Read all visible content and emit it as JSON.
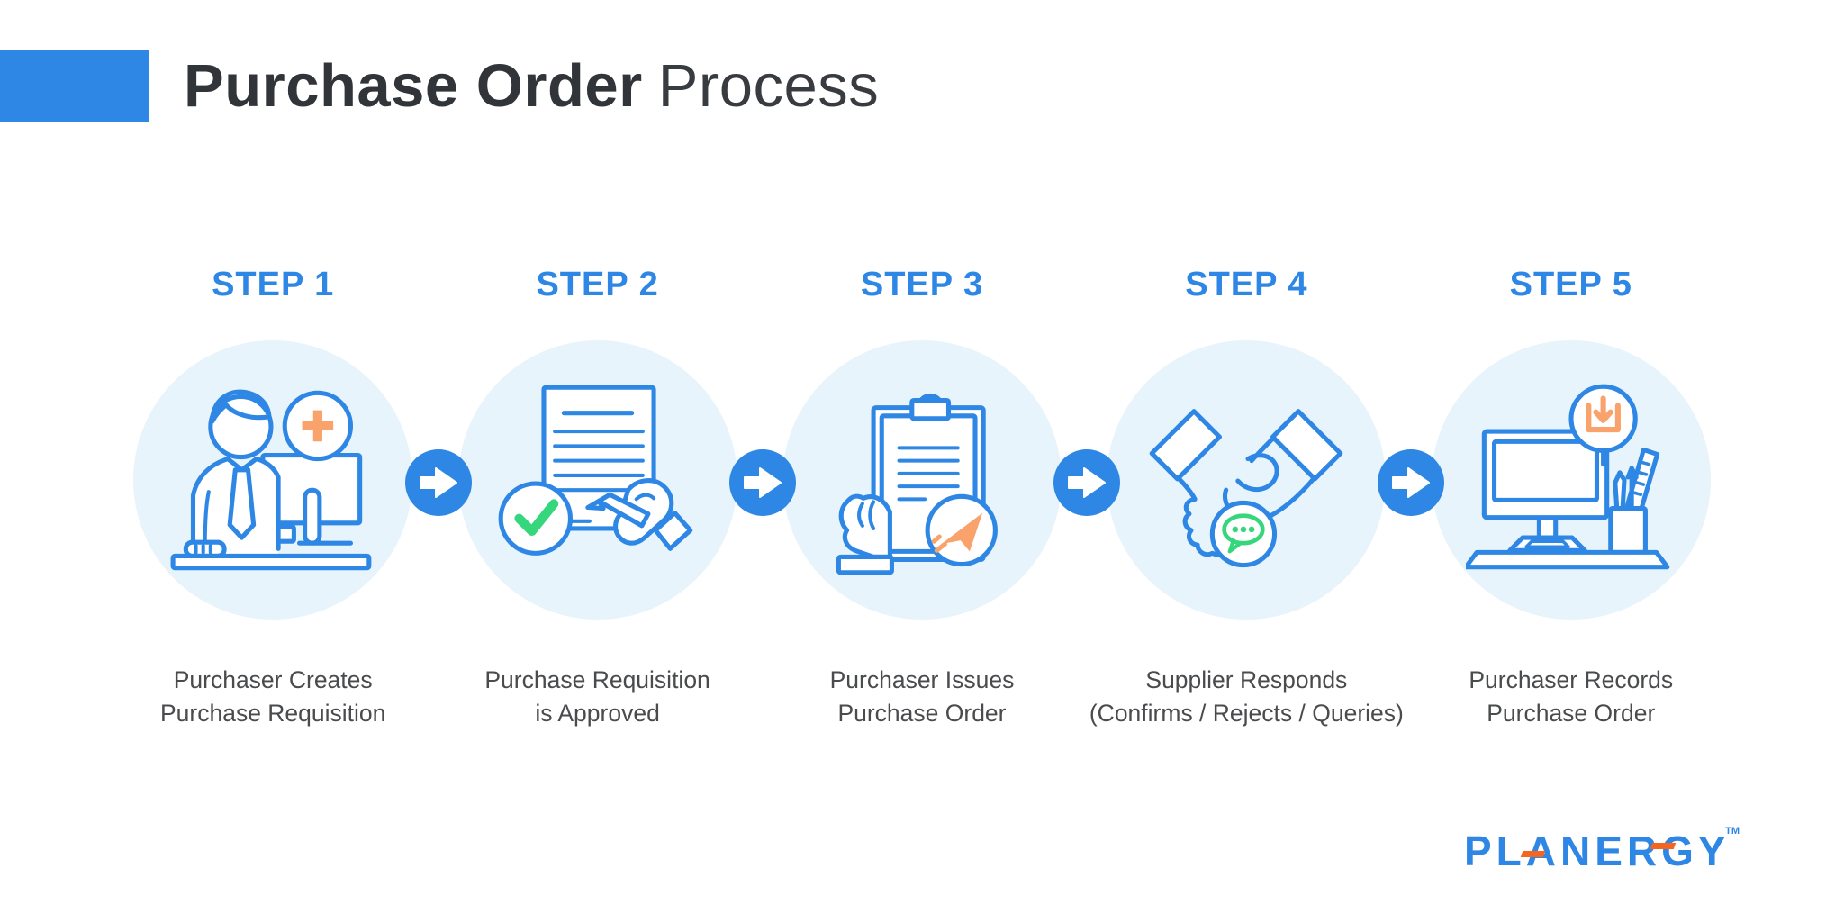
{
  "title": {
    "bold": "Purchase Order",
    "light": "Process"
  },
  "steps": [
    {
      "label": "STEP 1",
      "icon": "person-computer-plus-icon",
      "caption": [
        "Purchaser Creates",
        "Purchase Requisition"
      ]
    },
    {
      "label": "STEP 2",
      "icon": "approved-document-signature-icon",
      "caption": [
        "Purchase Requisition",
        "is Approved"
      ]
    },
    {
      "label": "STEP 3",
      "icon": "clipboard-send-icon",
      "caption": [
        "Purchaser Issues",
        "Purchase Order"
      ]
    },
    {
      "label": "STEP 4",
      "icon": "handshake-chat-icon",
      "caption": [
        "Supplier Responds",
        "(Confirms / Rejects / Queries)"
      ]
    },
    {
      "label": "STEP 5",
      "icon": "desktop-record-icon",
      "caption": [
        "Purchaser Records",
        "Purchase Order"
      ]
    }
  ],
  "connector_icon": "arrow-right-icon",
  "logo": {
    "text": "PLANERGY",
    "tm": "TM"
  },
  "colors": {
    "accent_blue": "#2E87E4",
    "light_circle": "#E8F4FB",
    "orange": "#F9A26B",
    "logo_orange": "#F4661F",
    "green": "#35D67C",
    "title_dark": "#313439",
    "caption_gray": "#4A4B4D"
  }
}
